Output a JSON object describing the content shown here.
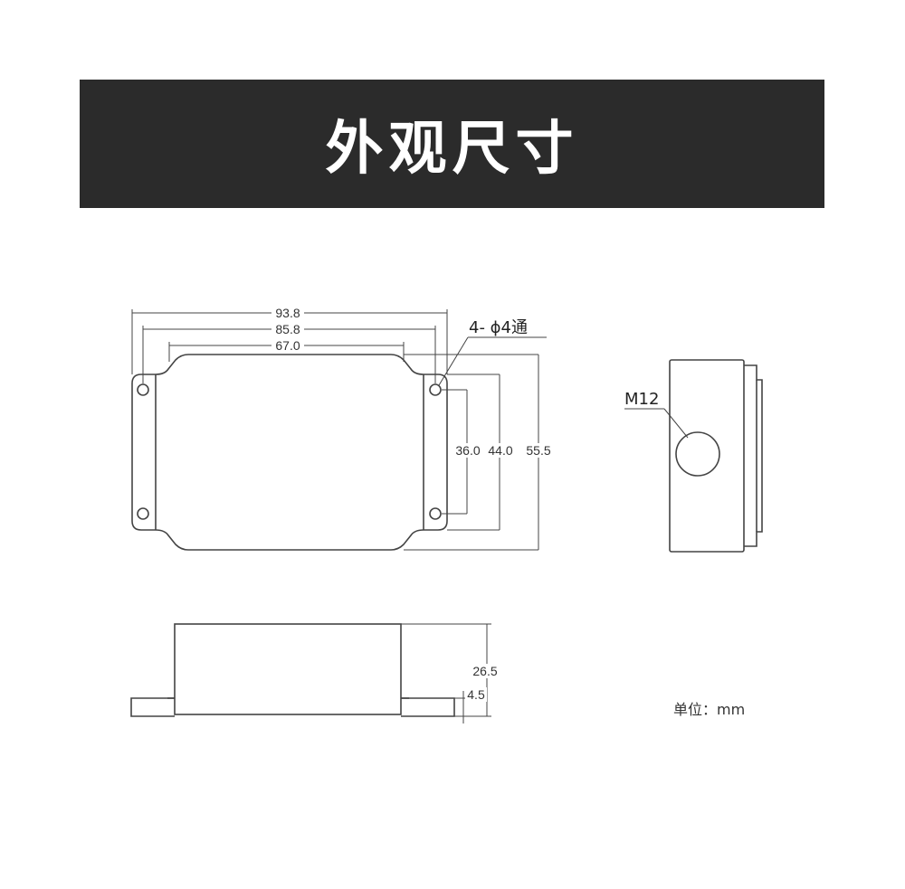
{
  "header": {
    "title": "外观尺寸"
  },
  "top_view": {
    "dim_overall_width": "93.8",
    "dim_mount_spacing": "85.8",
    "dim_body_width": "67.0",
    "dim_hole_spacing_y": "36.0",
    "dim_body_height": "44.0",
    "dim_overall_height": "55.5",
    "hole_label": "4- ϕ4通"
  },
  "side_view": {
    "thread_label": "M12"
  },
  "front_view": {
    "dim_total_height": "26.5",
    "dim_flange_height": "4.5"
  },
  "unit_label": "单位：mm",
  "colors": {
    "banner_bg": "#2b2b2b",
    "banner_text": "#ffffff",
    "line": "#444444"
  }
}
